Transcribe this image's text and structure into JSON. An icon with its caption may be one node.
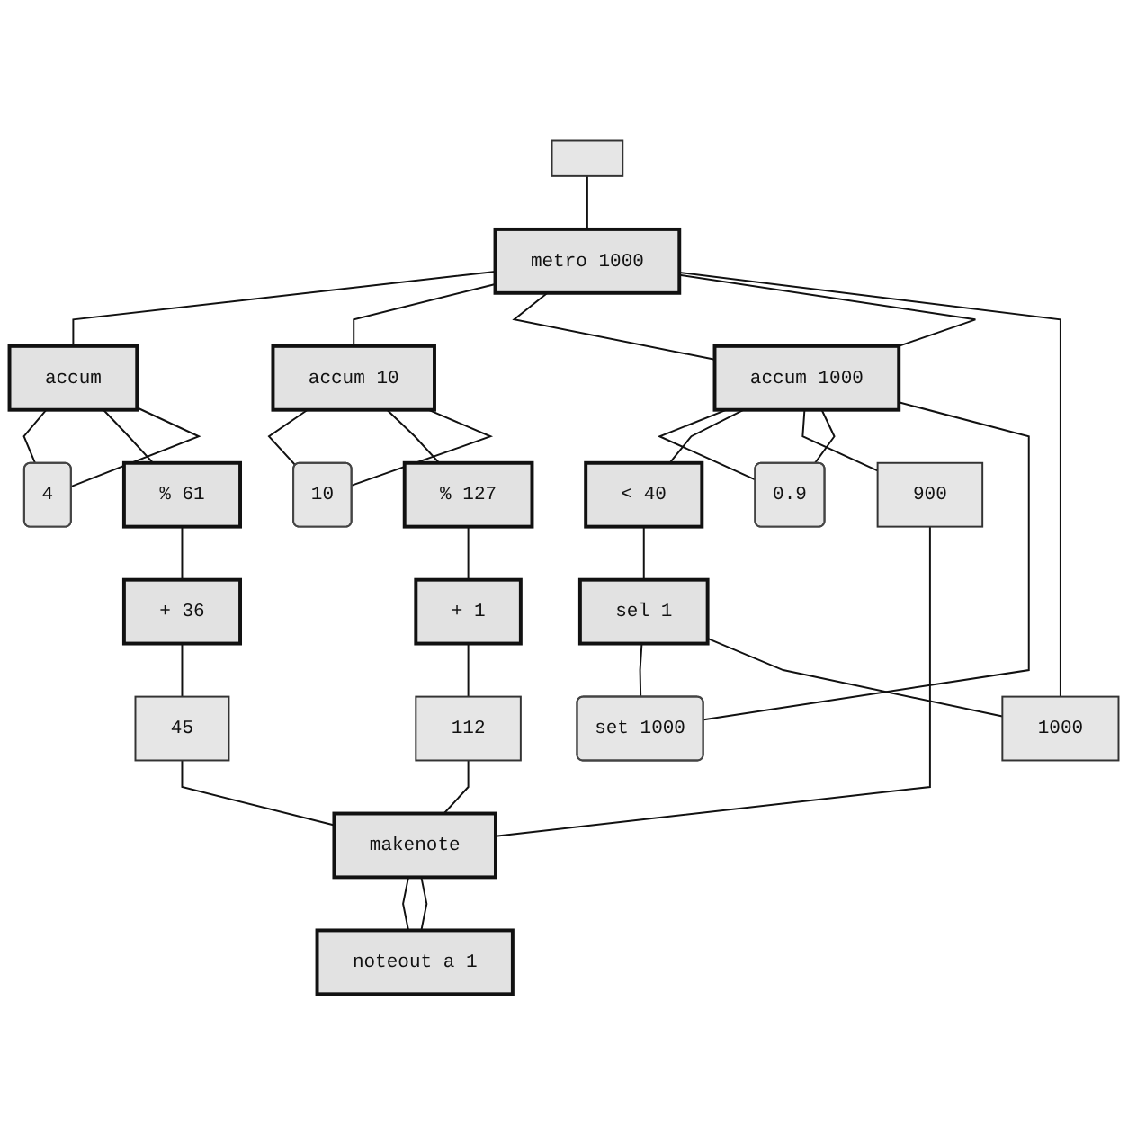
{
  "diagram": {
    "nodes": [
      {
        "text": [],
        "shape": "box"
      },
      {
        "text": [
          "1000"
        ]
      },
      {
        "text": [
          "metro 1000"
        ]
      },
      {
        "text": [
          "set 1000"
        ]
      },
      {
        "text": [
          "4"
        ]
      },
      {
        "text": [
          "10"
        ]
      },
      {
        "text": [
          "0.9"
        ]
      },
      {
        "text": [
          "accum"
        ]
      },
      {
        "text": [
          "accum 10"
        ]
      },
      {
        "text": [
          "accum 1000"
        ]
      },
      {
        "text": [
          "% 61"
        ]
      },
      {
        "text": [
          "% 127"
        ]
      },
      {
        "text": [
          "< 40"
        ]
      },
      {
        "text": [
          "+ 36"
        ]
      },
      {
        "text": [
          "+ 1"
        ]
      },
      {
        "text": [
          "sel 1"
        ]
      },
      {
        "text": [
          "45"
        ]
      },
      {
        "text": [
          "112"
        ]
      },
      {
        "text": [
          "900"
        ]
      },
      {
        "text": [
          "makenote"
        ]
      },
      {
        "text": [
          "noteout a 1"
        ]
      }
    ],
    "edges": [
      {
        "from": 0,
        "to": 2,
        "arrow": "none"
      },
      {
        "from": 1,
        "to": 2,
        "arrow": "none"
      },
      {
        "from": 2,
        "to": 7,
        "arrow": "none"
      },
      {
        "from": 2,
        "to": 8,
        "arrow": "none"
      },
      {
        "from": 2,
        "to": 9,
        "arrow": "none"
      },
      {
        "from": 4,
        "to": 7,
        "arrow": "none"
      },
      {
        "from": 7,
        "to": 4,
        "arrow": "none"
      },
      {
        "from": 5,
        "to": 8,
        "arrow": "none"
      },
      {
        "from": 8,
        "to": 5,
        "arrow": "none"
      },
      {
        "from": 3,
        "to": 9,
        "arrow": "none"
      },
      {
        "from": 6,
        "to": 9,
        "arrow": "none"
      },
      {
        "from": 9,
        "to": 6,
        "arrow": "none"
      },
      {
        "from": 9,
        "to": 2,
        "arrow": "none"
      },
      {
        "from": 7,
        "to": 10,
        "arrow": "none"
      },
      {
        "from": 8,
        "to": 11,
        "arrow": "none"
      },
      {
        "from": 9,
        "to": 12,
        "arrow": "none"
      },
      {
        "from": 10,
        "to": 13,
        "arrow": "none"
      },
      {
        "from": 11,
        "to": 14,
        "arrow": "none"
      },
      {
        "from": 12,
        "to": 15,
        "arrow": "none"
      },
      {
        "from": 15,
        "to": 3,
        "arrow": "none"
      },
      {
        "from": 15,
        "to": 1,
        "arrow": "none"
      },
      {
        "from": 13,
        "to": 16,
        "arrow": "none"
      },
      {
        "from": 14,
        "to": 17,
        "arrow": "none"
      },
      {
        "from": 9,
        "to": 18,
        "arrow": "none"
      },
      {
        "from": 16,
        "to": 19,
        "arrow": "none"
      },
      {
        "from": 17,
        "to": 19,
        "arrow": "none"
      },
      {
        "from": 18,
        "to": 19,
        "arrow": "none"
      },
      {
        "from": 19,
        "to": 20,
        "arrow": "none"
      },
      {
        "from": 19,
        "to": 20,
        "arrow": "none"
      }
    ]
  }
}
